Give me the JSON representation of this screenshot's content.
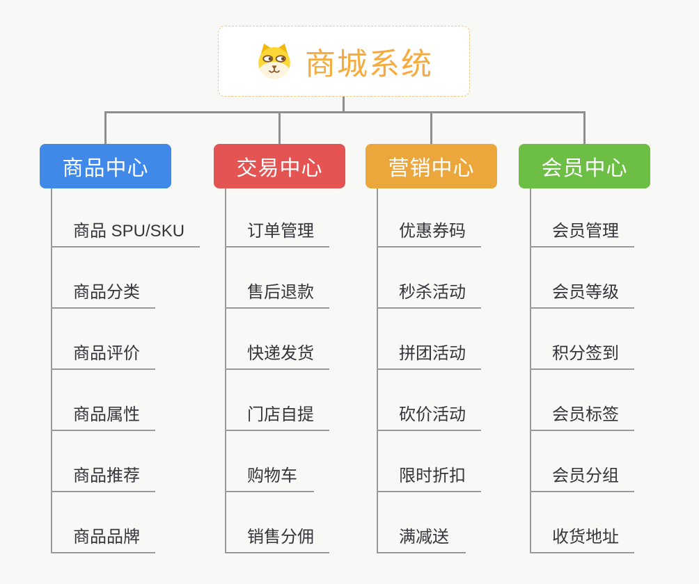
{
  "root": {
    "title": "商城系统",
    "icon": "dog-face-icon",
    "accent_color": "#F5AB3D",
    "border_color": "#F0C583",
    "background": "#FFFFFF"
  },
  "canvas": {
    "background": "#F8F8F6",
    "connector_color": "#8E8E8E",
    "leaf_line_color": "#999999",
    "leaf_text_color": "#32353A"
  },
  "branches": [
    {
      "label": "商品中心",
      "color": "#4189E8",
      "items": [
        "商品 SPU/SKU",
        "商品分类",
        "商品评价",
        "商品属性",
        "商品推荐",
        "商品品牌"
      ]
    },
    {
      "label": "交易中心",
      "color": "#E45452",
      "items": [
        "订单管理",
        "售后退款",
        "快递发货",
        "门店自提",
        "购物车",
        "销售分佣"
      ]
    },
    {
      "label": "营销中心",
      "color": "#EBA73C",
      "items": [
        "优惠券码",
        "秒杀活动",
        "拼团活动",
        "砍价活动",
        "限时折扣",
        "满减送"
      ]
    },
    {
      "label": "会员中心",
      "color": "#6CBE45",
      "items": [
        "会员管理",
        "会员等级",
        "积分签到",
        "会员标签",
        "会员分组",
        "收货地址"
      ]
    }
  ]
}
